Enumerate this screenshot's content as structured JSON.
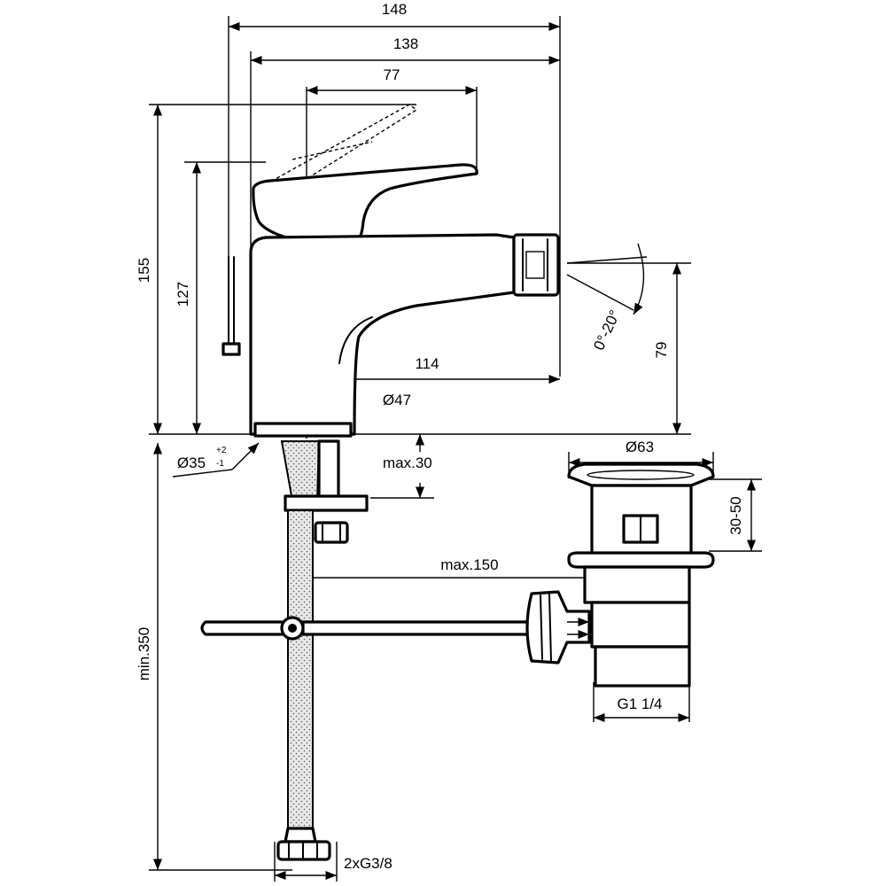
{
  "dimensions": {
    "width_148": "148",
    "width_138": "138",
    "width_77": "77",
    "height_155": "155",
    "height_127": "127",
    "spout_114": "114",
    "dia_47": "Ø47",
    "height_79": "79",
    "angle": "0°-20°",
    "dia_35": "Ø35",
    "dia_35_tol_upper": "+2",
    "dia_35_tol_lower": "-1",
    "max_30": "max.30",
    "dia_63": "Ø63",
    "range_30_50": "30-50",
    "max_150": "max.150",
    "min_350": "min.350",
    "thread_g1_1_4": "G1 1/4",
    "thread_2xg3_8": "2xG3/8"
  },
  "colors": {
    "line": "#000000",
    "background": "#ffffff"
  }
}
